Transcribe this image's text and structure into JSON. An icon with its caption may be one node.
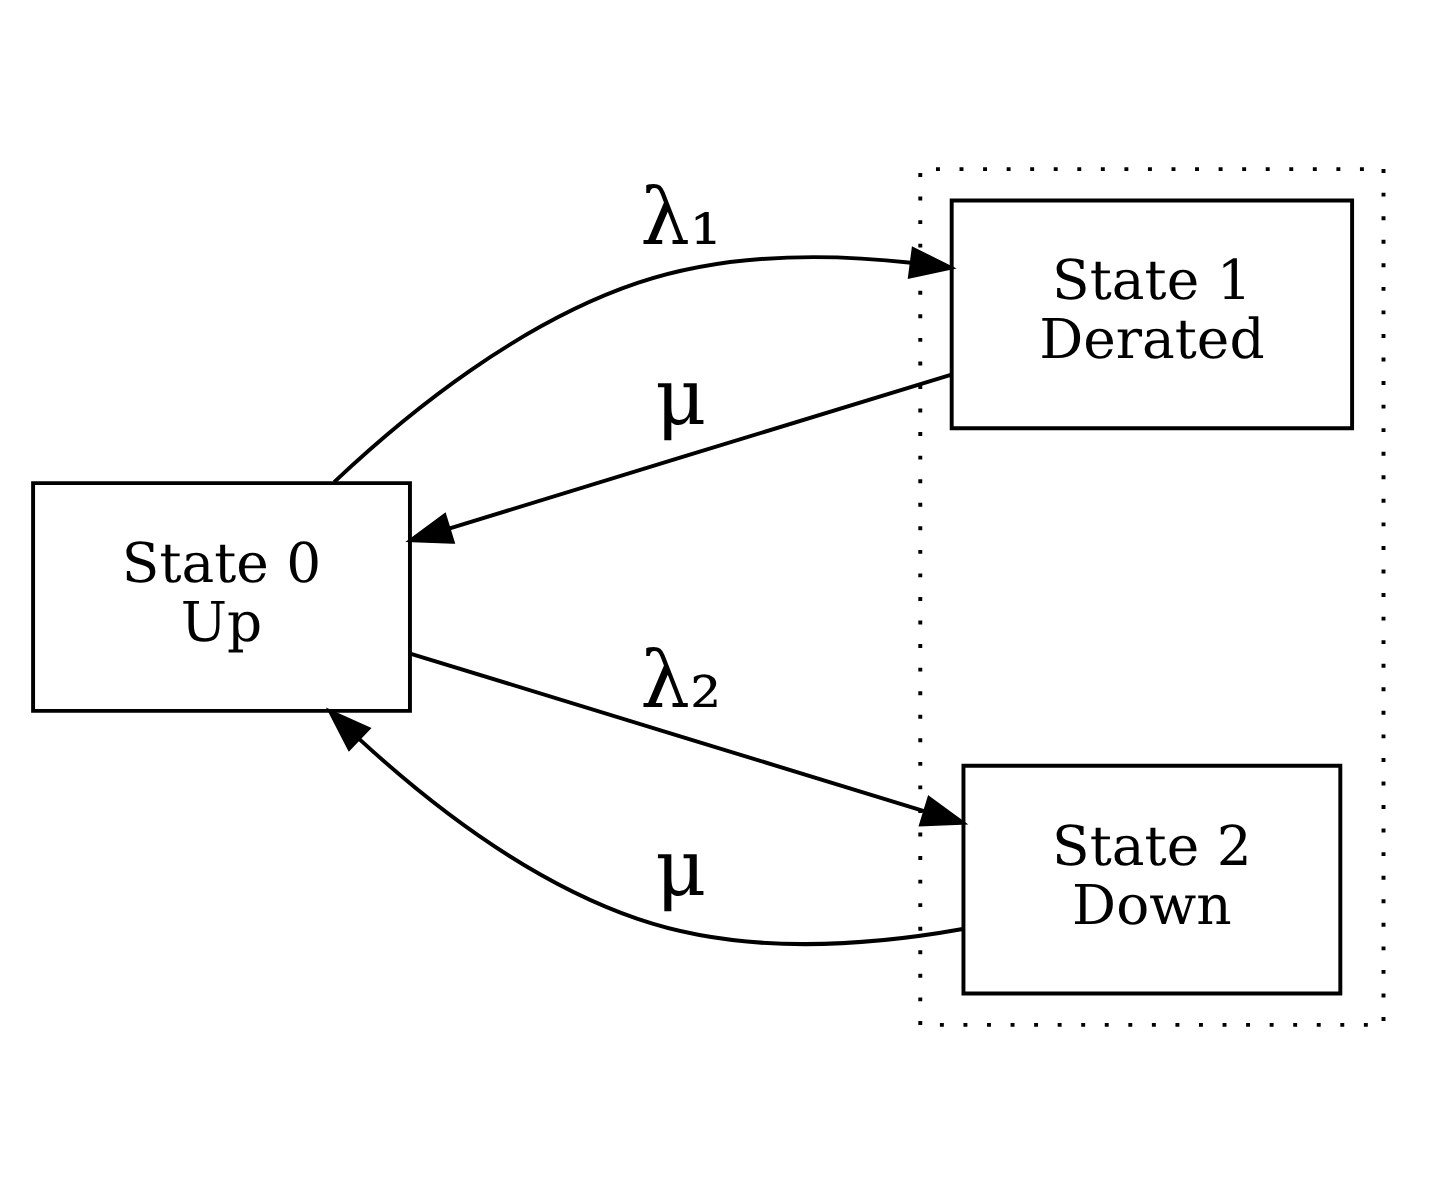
{
  "diagram": {
    "nodes": [
      {
        "text": [
          "State 0",
          "Up"
        ]
      },
      {
        "text": [],
        "shape": "box"
      },
      {
        "text": [
          "State 1",
          "Derated"
        ],
        "in": 1
      },
      {
        "text": [
          "State 2",
          "Down"
        ],
        "in": 1
      }
    ],
    "edges": [
      {
        "from": 0,
        "to": 2,
        "arrow": "to",
        "label": "λ₁"
      },
      {
        "from": 2,
        "to": 0,
        "arrow": "to",
        "label": "μ"
      },
      {
        "from": 0,
        "to": 3,
        "arrow": "to",
        "label": "λ₂"
      },
      {
        "from": 3,
        "to": 0,
        "arrow": "to",
        "label": "μ"
      }
    ]
  }
}
